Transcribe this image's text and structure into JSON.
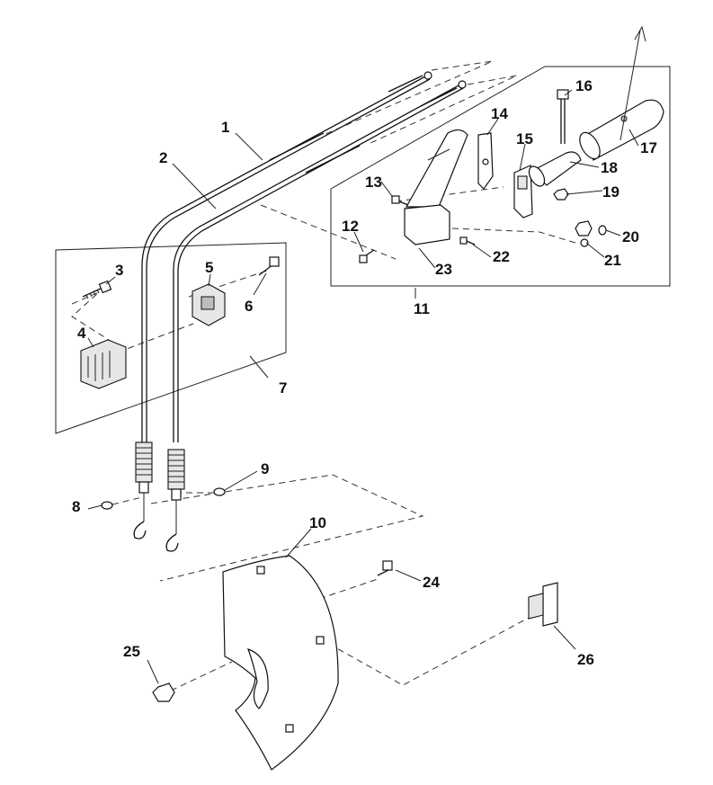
{
  "labels": [
    {
      "id": "1",
      "text": "1"
    },
    {
      "id": "2",
      "text": "2"
    },
    {
      "id": "3",
      "text": "3"
    },
    {
      "id": "4",
      "text": "4"
    },
    {
      "id": "5",
      "text": "5"
    },
    {
      "id": "6",
      "text": "6"
    },
    {
      "id": "7",
      "text": "7"
    },
    {
      "id": "8",
      "text": "8"
    },
    {
      "id": "9",
      "text": "9"
    },
    {
      "id": "10",
      "text": "10"
    },
    {
      "id": "11",
      "text": "11"
    },
    {
      "id": "12",
      "text": "12"
    },
    {
      "id": "13",
      "text": "13"
    },
    {
      "id": "14",
      "text": "14"
    },
    {
      "id": "15",
      "text": "15"
    },
    {
      "id": "16",
      "text": "16"
    },
    {
      "id": "17",
      "text": "17"
    },
    {
      "id": "18",
      "text": "18"
    },
    {
      "id": "19",
      "text": "19"
    },
    {
      "id": "20",
      "text": "20"
    },
    {
      "id": "21",
      "text": "21"
    },
    {
      "id": "22",
      "text": "22"
    },
    {
      "id": "23",
      "text": "23"
    },
    {
      "id": "24",
      "text": "24"
    },
    {
      "id": "25",
      "text": "25"
    },
    {
      "id": "26",
      "text": "26"
    }
  ]
}
